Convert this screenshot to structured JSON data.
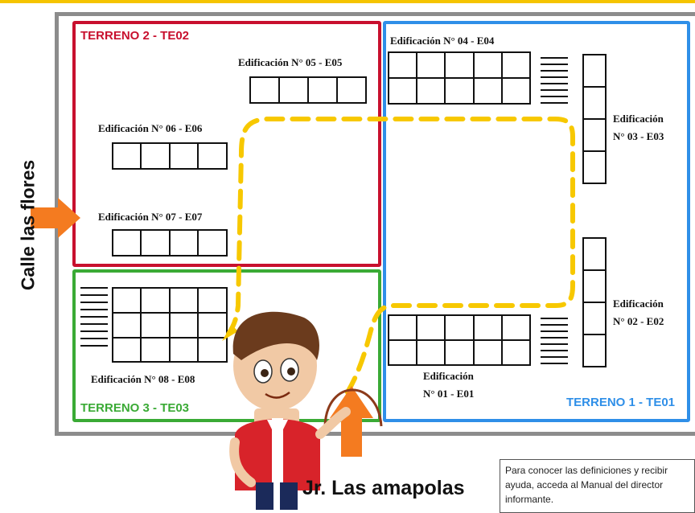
{
  "terrenos": {
    "t2": "TERRENO 2 - TE02",
    "t3": "TERRENO 3 - TE03",
    "t1": "TERRENO 1 - TE01"
  },
  "buildings": {
    "e05": "Edificación N° 05 - E05",
    "e06": "Edificación N° 06 - E06",
    "e07": "Edificación N° 07 - E07",
    "e08": "Edificación N° 08 - E08",
    "e04": "Edificación N° 04 - E04",
    "e03_line1": "Edificación",
    "e03_line2": "N° 03 - E03",
    "e02_line1": "Edificación",
    "e02_line2": "N° 02 - E02",
    "e01_line1": "Edificación",
    "e01_line2": "N° 01 - E01"
  },
  "streets": {
    "left": "Calle las flores",
    "bottom": "Jr. Las amapolas"
  },
  "help_text": "Para conocer las definiciones y recibir ayuda, acceda al Manual del director informante.",
  "colors": {
    "terreno2": "#c8102e",
    "terreno3": "#3aaa35",
    "terreno1": "#2f8fe8",
    "route": "#f7c800",
    "arrow": "#f47b20"
  }
}
